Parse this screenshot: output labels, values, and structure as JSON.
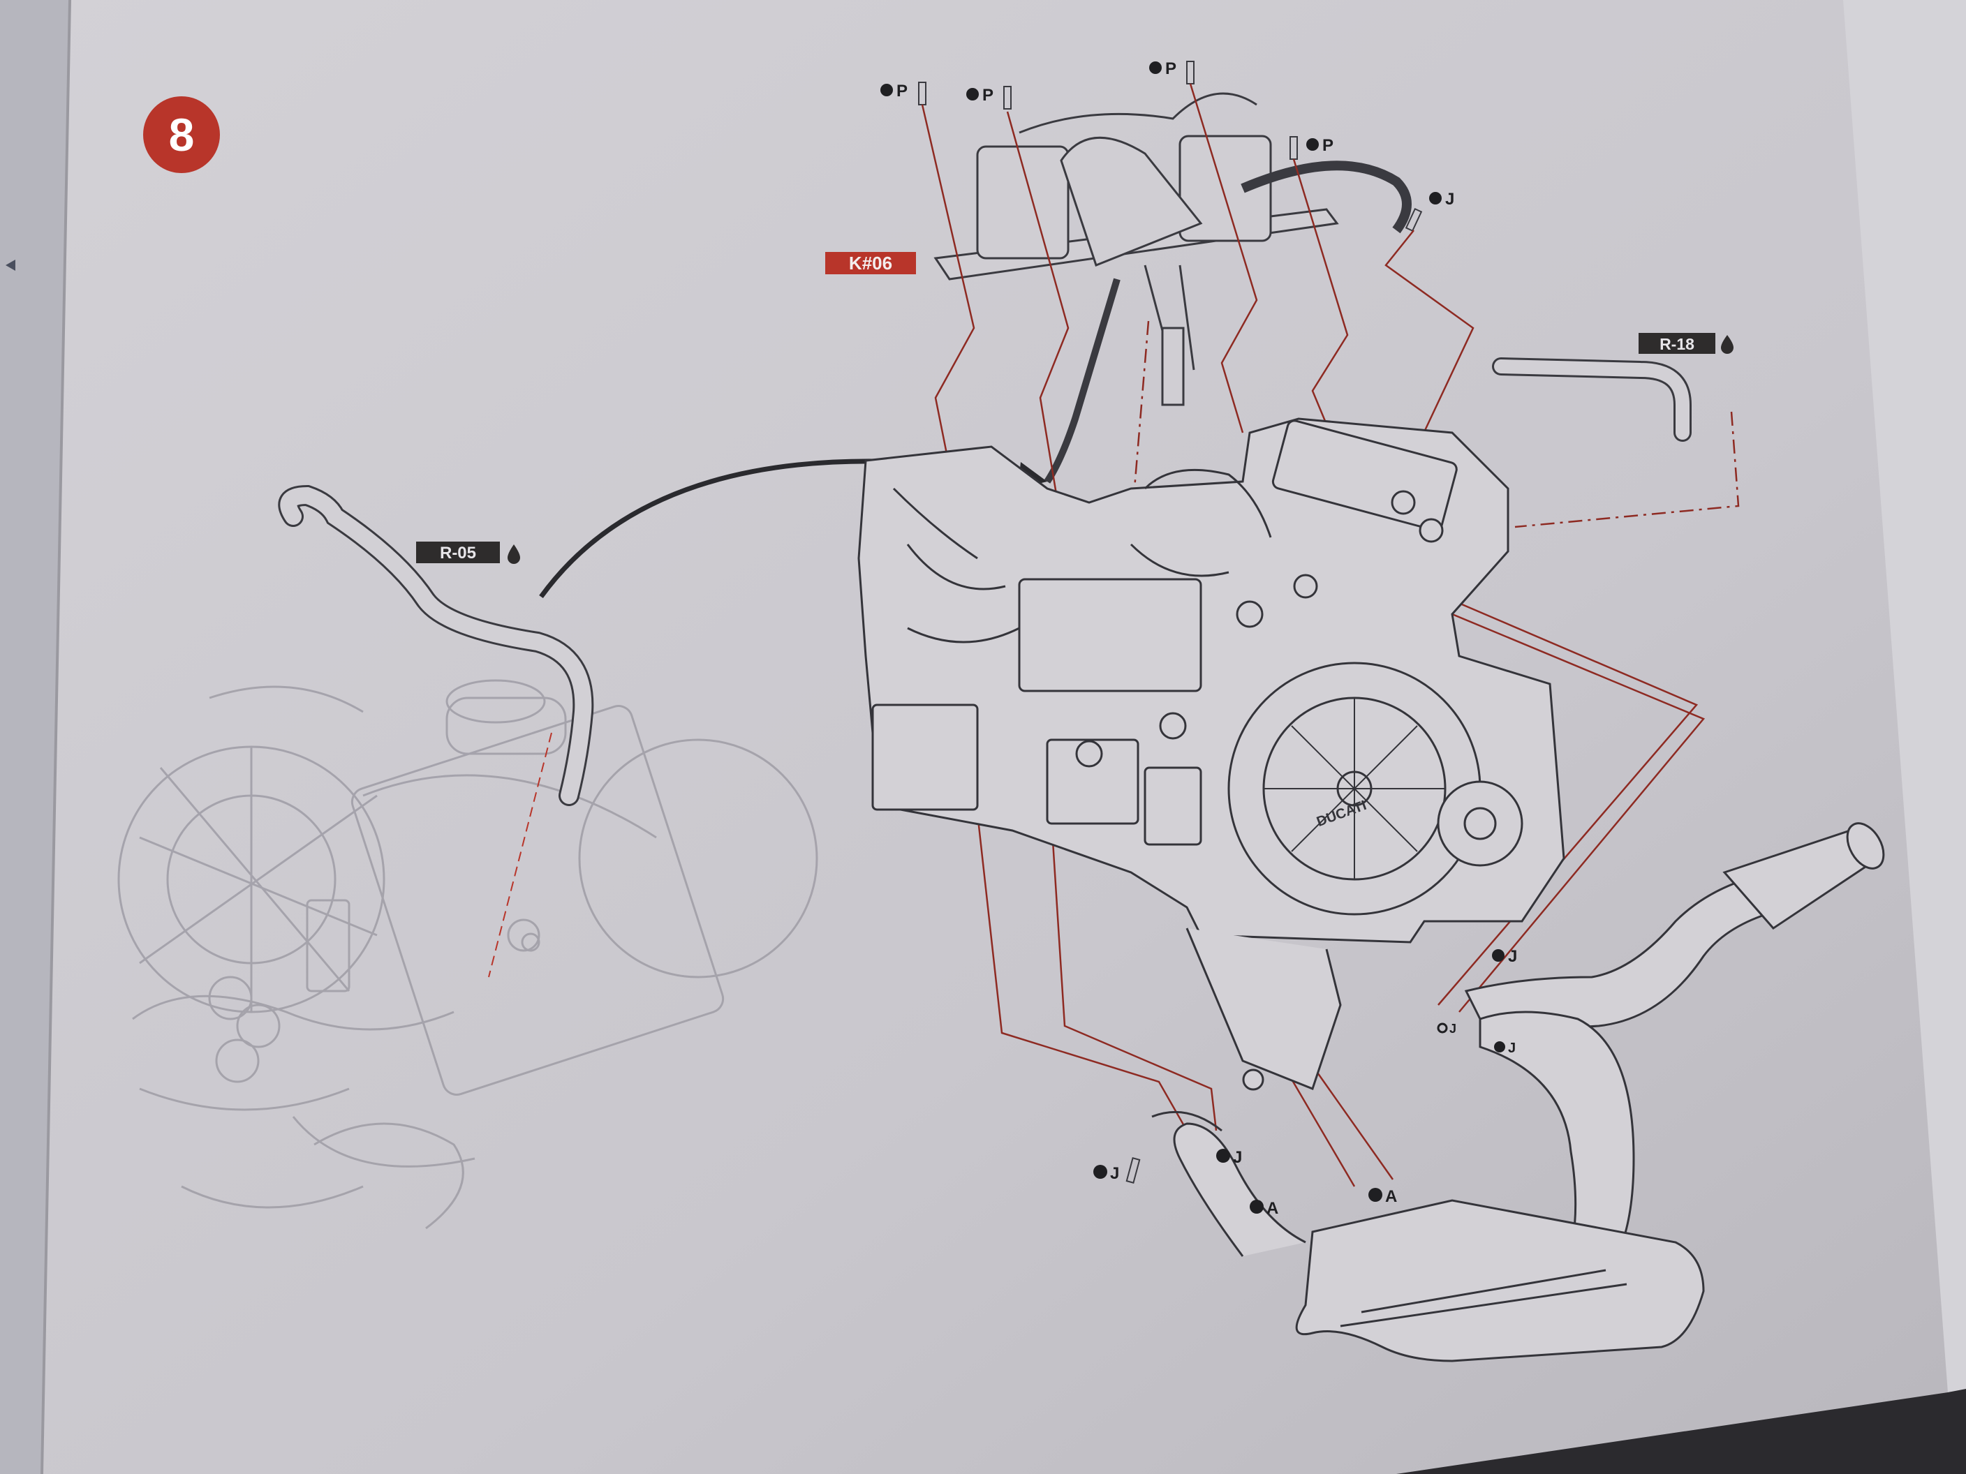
{
  "step": {
    "number": "8"
  },
  "parts": {
    "k06": "K#06",
    "r18": "R-18",
    "r05": "R-05"
  },
  "fasteners": {
    "p1": "P",
    "p2": "P",
    "p3": "P",
    "p4": "P",
    "j_top": "J",
    "j_exhaust_1": "J",
    "j_exhaust_2": "J",
    "j_exhaust_3": "J",
    "j_header_left": "J",
    "j_header_right": "J",
    "a_left": "A",
    "a_right": "A"
  },
  "engine": {
    "brand_mark": "DUCATI"
  },
  "colors": {
    "paper": "#cdcbd0",
    "accent_red": "#b8352a",
    "label_dark": "#2e2c2c",
    "leader_line": "#8e2a22",
    "line_art": "#3a3a40"
  }
}
